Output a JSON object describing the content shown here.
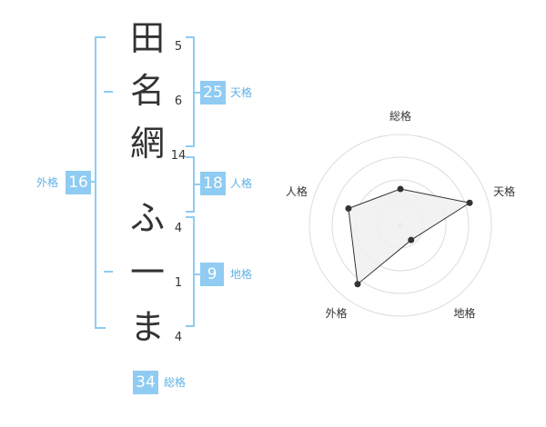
{
  "name": {
    "characters": [
      {
        "char": "田",
        "strokes": "5"
      },
      {
        "char": "名",
        "strokes": "6"
      },
      {
        "char": "網",
        "strokes": "14"
      },
      {
        "char": "ふ",
        "strokes": "4"
      },
      {
        "char": "一",
        "strokes": "1"
      },
      {
        "char": "ま",
        "strokes": "4"
      }
    ]
  },
  "fortune": {
    "tenkaku": {
      "label": "天格",
      "value": "25"
    },
    "jinkaku": {
      "label": "人格",
      "value": "18"
    },
    "chikaku": {
      "label": "地格",
      "value": "9"
    },
    "gaikaku": {
      "label": "外格",
      "value": "16"
    },
    "soukaku": {
      "label": "総格",
      "value": "34"
    }
  },
  "colors": {
    "accent": "#8fcbf2",
    "accent_text": "#5fb2e6",
    "text": "#333333",
    "radar_fill": "#f0f0f0"
  },
  "chart_data": {
    "type": "radar",
    "axes": [
      "総格",
      "天格",
      "地格",
      "外格",
      "人格"
    ],
    "max": 5,
    "rings": 4,
    "values": [
      2,
      4,
      1,
      4,
      3
    ]
  }
}
